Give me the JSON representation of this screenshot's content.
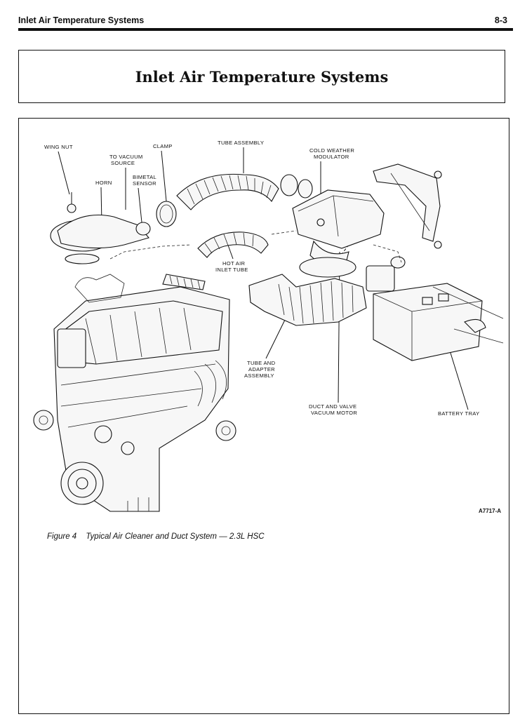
{
  "header": {
    "running_title": "Inlet Air Temperature Systems",
    "page_number": "8-3"
  },
  "title": "Inlet Air Temperature Systems",
  "figure": {
    "labels": {
      "wing_nut": "WING NUT",
      "clamp": "CLAMP",
      "tube_assembly": "TUBE ASSEMBLY",
      "cold_weather_1": "COLD WEATHER",
      "cold_weather_2": "MODULATOR",
      "to_vacuum_1": "TO VACUUM",
      "to_vacuum_2": "SOURCE",
      "horn": "HORN",
      "bimetal_1": "BIMETAL",
      "bimetal_2": "SENSOR",
      "hot_air_1": "HOT AIR",
      "hot_air_2": "INLET TUBE",
      "tube_adapter_1": "TUBE AND",
      "tube_adapter_2": "ADAPTER",
      "tube_adapter_3": "ASSEMBLY",
      "duct_valve_1": "DUCT AND VALVE",
      "duct_valve_2": "VACUUM MOTOR",
      "battery_tray": "BATTERY TRAY"
    },
    "figure_id": "A7717-A",
    "caption_number": "Figure 4",
    "caption_text": "Typical Air Cleaner and Duct System — 2.3L HSC"
  }
}
